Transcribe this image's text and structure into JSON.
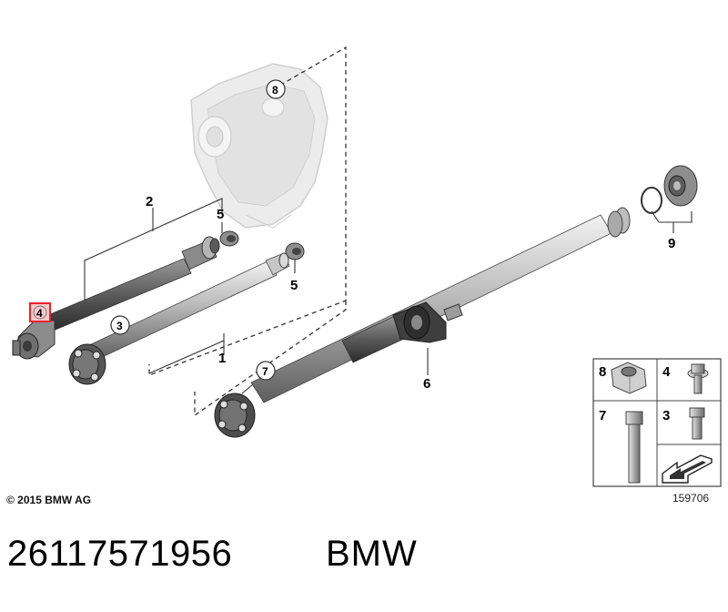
{
  "diagram": {
    "callouts": {
      "c1": "1",
      "c2": "2",
      "c3": "3",
      "c4": "4",
      "c5a": "5",
      "c5b": "5",
      "c6": "6",
      "c7": "7",
      "c8": "8",
      "c9": "9"
    },
    "highlighted_callout": "4",
    "highlight_color": "#e8202a",
    "legend": [
      {
        "number": "8",
        "icon": "nut-icon"
      },
      {
        "number": "4",
        "icon": "flange-bolt-icon"
      },
      {
        "number": "7",
        "icon": "long-bolt-icon"
      },
      {
        "number": "3",
        "icon": "short-bolt-icon"
      },
      {
        "number": "",
        "icon": "direction-arrow-icon"
      }
    ]
  },
  "footer": {
    "copyright": "© 2015 BMW AG",
    "diagram_id": "159706"
  },
  "caption": {
    "part_number": "26117571956",
    "brand": "BMW"
  }
}
